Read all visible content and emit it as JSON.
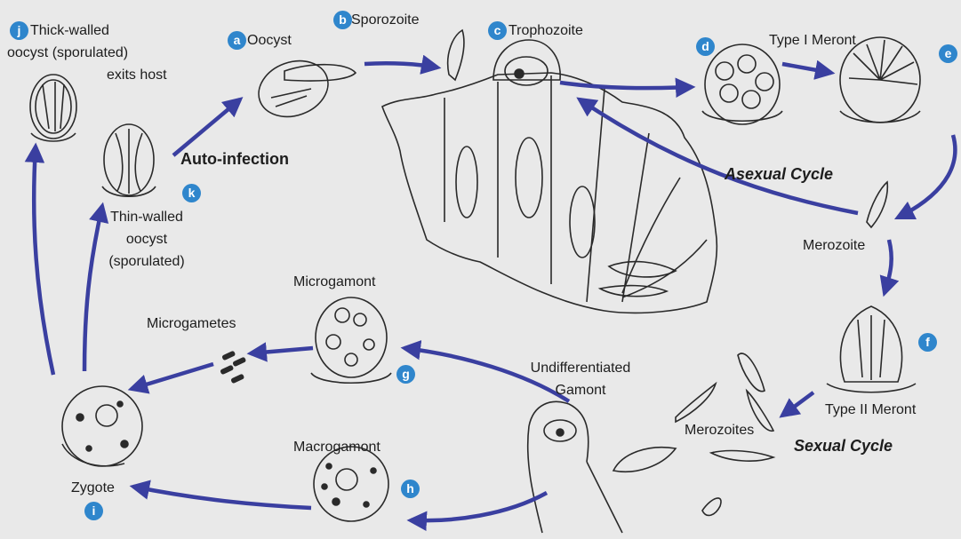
{
  "colors": {
    "arrow": "#3a3fa0",
    "badge": "#2f86cc",
    "background": "#e9e9e9",
    "ink": "#1d1d1d"
  },
  "badges": {
    "a": "a",
    "b": "b",
    "c": "c",
    "d": "d",
    "e": "e",
    "f": "f",
    "g": "g",
    "h": "h",
    "i": "i",
    "j": "j",
    "k": "k"
  },
  "labels": {
    "oocyst": "Oocyst",
    "sporozoite": "Sporozoite",
    "trophozoite": "Trophozoite",
    "type1_meront": "Type I Meront",
    "thick_walled_line1": "Thick-walled",
    "thick_walled_line2": "oocyst (sporulated)",
    "thick_walled_line3": "exits host",
    "auto_infection": "Auto-infection",
    "asexual_cycle": "Asexual Cycle",
    "thin_walled_line1": "Thin-walled",
    "thin_walled_line2": "oocyst",
    "thin_walled_line3": "(sporulated)",
    "merozoite": "Merozoite",
    "microgamont": "Microgamont",
    "microgametes": "Microgametes",
    "undiff_line1": "Undifferentiated",
    "undiff_line2": "Gamont",
    "type2_meront": "Type II Meront",
    "merozoites": "Merozoites",
    "sexual_cycle": "Sexual Cycle",
    "macrogamont": "Macrogamont",
    "zygote": "Zygote"
  }
}
